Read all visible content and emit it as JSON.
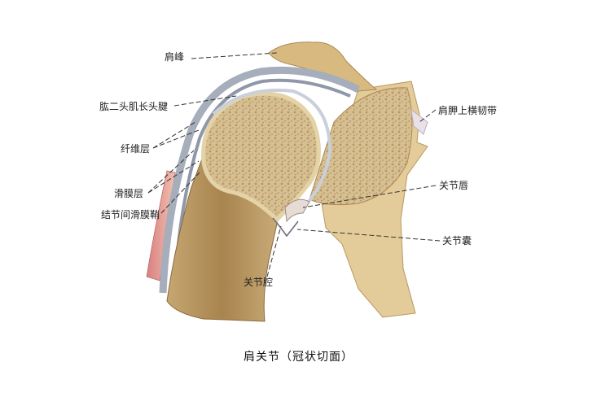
{
  "labels": {
    "acromion": "肩峰",
    "biceps_long_head_tendon": "肱二头肌长头腱",
    "fibrous_layer": "纤维层",
    "synovial_layer": "滑膜层",
    "intertubercular_synovial_sheath": "结节间滑膜鞘",
    "joint_cavity": "关节腔",
    "superior_transverse_scapular_ligament": "肩胛上横韧带",
    "glenoid_labrum": "关节唇",
    "joint_capsule": "关节囊"
  },
  "caption": "肩关节（冠状切面）",
  "colors": {
    "bone_outer": "#d9c08e",
    "bone_spongy": "#cdb58a",
    "cortex": "#e8d7ae",
    "capsule": "#9aa2b0",
    "muscle": "#c96060",
    "leader": "#333333"
  }
}
